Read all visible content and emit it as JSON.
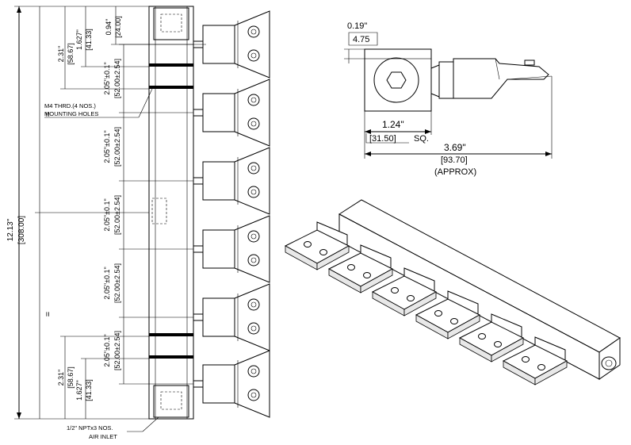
{
  "front_view": {
    "overall_height": "12.13\"",
    "overall_height_mm": "[308.00]",
    "equal_mark_top": "=",
    "equal_mark_bottom": "=",
    "top_dim_outer": "2.31\"",
    "top_dim_outer_mm": "[58.67]",
    "top_dim_mid": "1.627\"",
    "top_dim_mid_mm": "[41.33]",
    "top_dim_inner": "0.94\"",
    "top_dim_inner_mm": "[24.00]",
    "bottom_dim_outer": "2.31\"",
    "bottom_dim_outer_mm": "[58.67]",
    "bottom_dim_mid": "1.627\"",
    "bottom_dim_mid_mm": "[41.33]",
    "pitch_labels": [
      "2.05\"±0.1\"",
      "2.05\"±0.1\"",
      "2.05\"±0.1\"",
      "2.05\"±0.1\"",
      "2.05\"±0.1\""
    ],
    "pitch_labels_mm": [
      "[52.00±2.54]",
      "[52.00±2.54]",
      "[52.00±2.54]",
      "[52.00±2.54]",
      "[52.00±2.54]"
    ],
    "mounting_note_line1": "M4 THRD.(4 NOS.)",
    "mounting_note_line2": "MOUNTING HOLES",
    "inlet_note_line1": "1/2\" NPTx3 NOS.",
    "inlet_note_line2": "AIR INLET"
  },
  "side_view": {
    "thickness": "0.19\"",
    "thickness_mm": "4.75",
    "square": "1.24\"",
    "square_mm": "[31.50]",
    "square_suffix": "SQ.",
    "length": "3.69\"",
    "length_mm": "[93.70]",
    "length_note": "(APPROX)"
  }
}
